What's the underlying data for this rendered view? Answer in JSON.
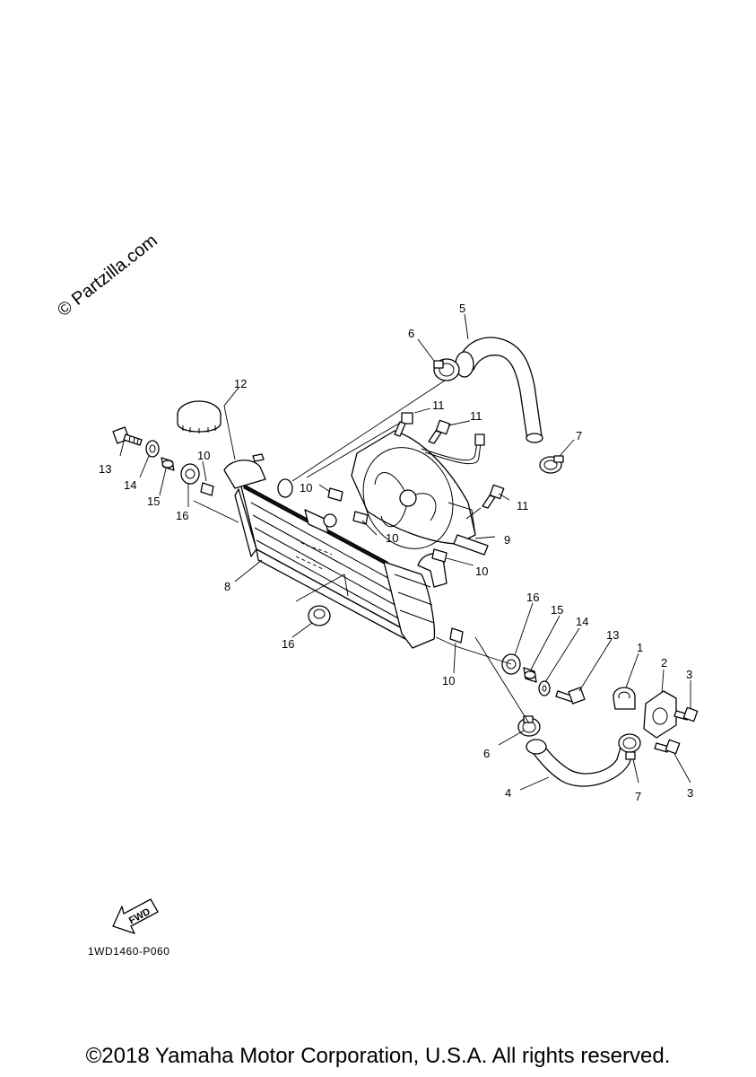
{
  "watermark": "© Partzilla.com",
  "diagram_code": "1WD1460-P060",
  "copyright": "©2018 Yamaha Motor Corporation, U.S.A. All rights reserved.",
  "fwd_label": "FWD",
  "callouts": {
    "c5": "5",
    "c6a": "6",
    "c12": "12",
    "c11a": "11",
    "c11b": "11",
    "c7a": "7",
    "c13a": "13",
    "c14a": "14",
    "c15a": "15",
    "c16a": "16",
    "c10a": "10",
    "c10b": "10",
    "c10c": "10",
    "c11c": "11",
    "c9": "9",
    "c10d": "10",
    "c8": "8",
    "c16b": "16",
    "c10e": "10",
    "c16c": "16",
    "c15b": "15",
    "c14b": "14",
    "c13b": "13",
    "c1": "1",
    "c2": "2",
    "c3a": "3",
    "c6b": "6",
    "c4": "4",
    "c7b": "7",
    "c3b": "3"
  }
}
